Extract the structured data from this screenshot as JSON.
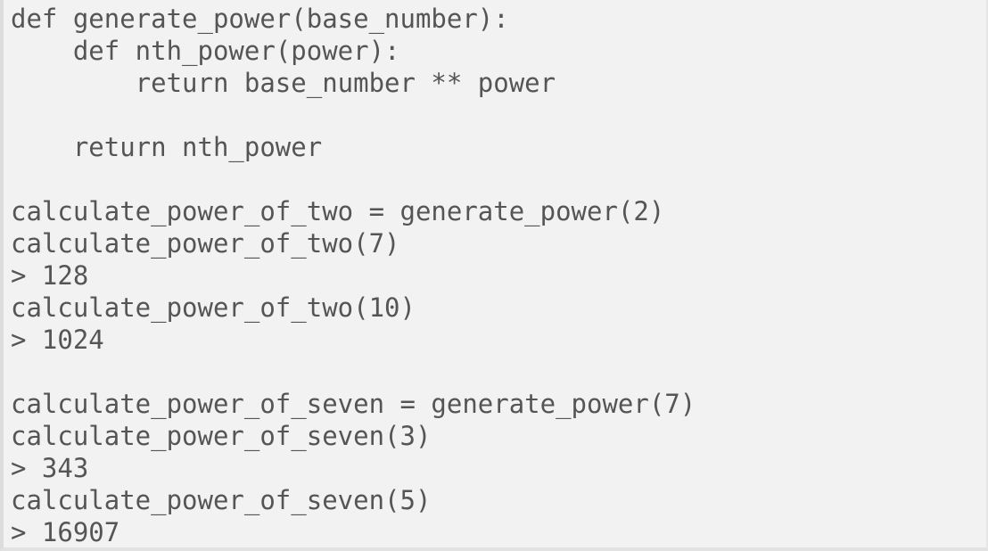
{
  "code_block": {
    "lines": [
      "def generate_power(base_number):",
      "    def nth_power(power):",
      "        return base_number ** power",
      "",
      "    return nth_power",
      "",
      "calculate_power_of_two = generate_power(2)",
      "calculate_power_of_two(7)",
      "> 128",
      "calculate_power_of_two(10)",
      "> 1024",
      "",
      "calculate_power_of_seven = generate_power(7)",
      "calculate_power_of_seven(3)",
      "> 343",
      "calculate_power_of_seven(5)",
      "> 16907"
    ],
    "colors": {
      "background": "#f2f2f2",
      "text": "#555555",
      "border": "#dcdcdc"
    }
  }
}
